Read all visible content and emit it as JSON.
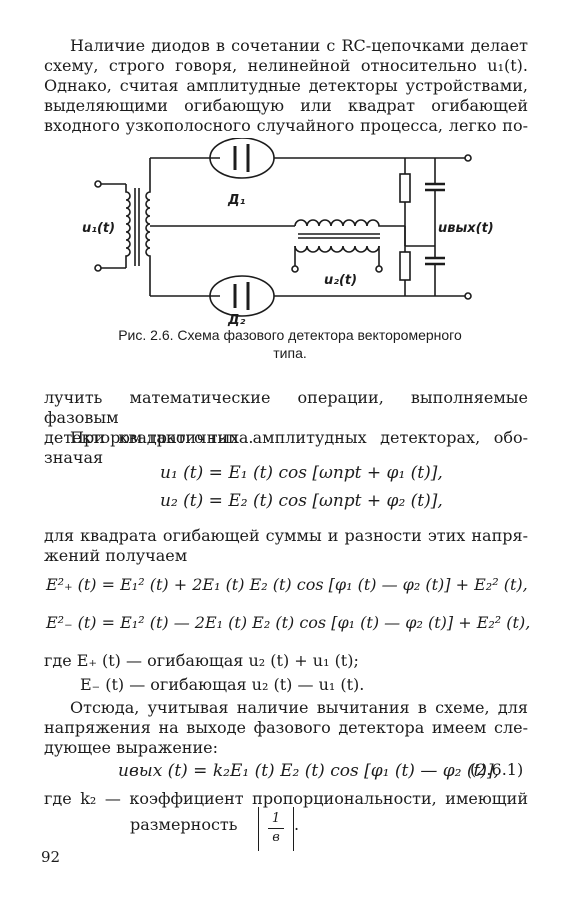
{
  "para1": [
    "Наличие диодов в сочетании с RC-цепочками делает",
    "схему, строго говоря, нелинейной относительно u₁(t).",
    "Однако, считая амплитудные детекторы устройствами,",
    "выделяющими огибающую или квадрат огибающей",
    "входного узкополосного случайного процесса, легко по-"
  ],
  "figure": {
    "label_input": "u₁(t)",
    "label_d1": "Д₁",
    "label_d2": "Д₂",
    "label_u2": "u₂(t)",
    "label_out": "uвых(t)"
  },
  "caption": {
    "line1": "Рис. 2.6. Схема фазового детектора векторомерного",
    "line2": "типа."
  },
  "para2": [
    "лучить математические операции, выполняемые фазовым",
    "детектором такого типа."
  ],
  "para3": [
    "При квадратичных амплитудных детекторах, обо-",
    "значая"
  ],
  "eq1": "u₁ (t) = E₁ (t) cos [ωпрt + φ₁ (t)],",
  "eq2": "u₂ (t) = E₂ (t) cos [ωпрt + φ₂ (t)],",
  "para4": [
    "для квадрата огибающей суммы и разности этих напря-",
    "жений получаем"
  ],
  "eq3": "E²₊ (t) = E₁² (t) + 2E₁ (t) E₂ (t) cos [φ₁ (t) — φ₂ (t)] + E₂² (t),",
  "eq4": "E²₋ (t) = E₁² (t) — 2E₁ (t) E₂ (t) cos [φ₁ (t) — φ₂ (t)] + E₂² (t),",
  "where1": "где E₊ (t) — огибающая u₂ (t) + u₁ (t);",
  "where2": "E₋ (t) — огибающая u₂ (t) — u₁ (t).",
  "para5": [
    "Отсюда, учитывая наличие вычитания в схеме, для",
    "напряжения на выходе фазового детектора имеем сле-",
    "дующее выражение:"
  ],
  "eq5": "uвых (t) = k₂E₁ (t) E₂ (t) cos [φ₁ (t) — φ₂ (t)],",
  "eq5_number": "(2.6.1)",
  "where3": "где k₂ — коэффициент пропорциональности, имеющий",
  "where4": "размерность",
  "frac_num": "1",
  "frac_den": "в",
  "page_number": "92"
}
